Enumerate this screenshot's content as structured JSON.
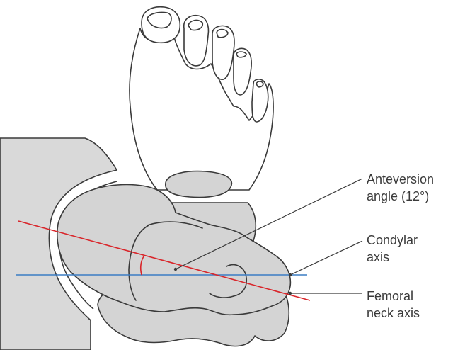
{
  "labels": {
    "anteversion": [
      "Anteversion",
      "angle (12°)"
    ],
    "condylar": [
      "Condylar",
      "axis"
    ],
    "femoral_neck": [
      "Femoral",
      "neck axis"
    ]
  },
  "colors": {
    "femoral_neck_axis": "#d9262b",
    "condylar_axis": "#3b7dc4",
    "outline": "#3a3a3a",
    "bone_fill": "#d4d4d4",
    "pelvis_fill": "#d9d9d9",
    "foot_fill": "#ffffff"
  },
  "angle_value": "12°"
}
